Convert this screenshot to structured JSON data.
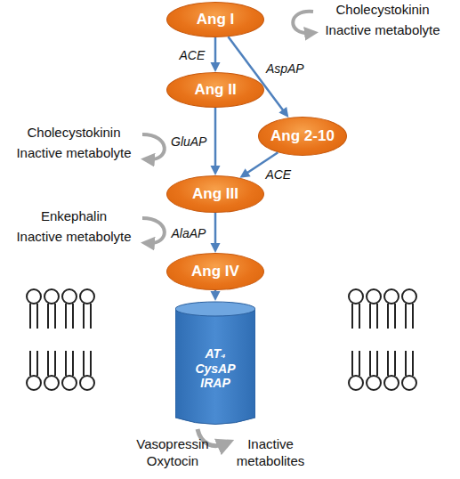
{
  "diagram": {
    "nodes": [
      {
        "text": [
          "Ang I"
        ]
      },
      {
        "text": [
          "Ang II"
        ]
      },
      {
        "text": [
          "Ang 2-10"
        ]
      },
      {
        "text": [
          "Ang III"
        ]
      },
      {
        "text": [
          "Ang IV"
        ]
      },
      {
        "text": [
          "AT₄ CysAP IRAP"
        ]
      }
    ],
    "edges": [
      {
        "from": 0,
        "to": 1,
        "label": "ACE",
        "arrow": "to"
      },
      {
        "from": 0,
        "to": 2,
        "label": "AspAP",
        "arrow": "to"
      },
      {
        "from": 1,
        "to": 3,
        "label": "GluAP",
        "arrow": "to"
      },
      {
        "from": 2,
        "to": 3,
        "label": "ACE",
        "arrow": "to"
      },
      {
        "from": 3,
        "to": 4,
        "label": "AlaAP",
        "arrow": "to"
      },
      {
        "from": 4,
        "to": 5,
        "arrow": "to"
      }
    ],
    "labels": [
      "Cholecystokinin",
      "Inactive metabolyte",
      "Cholecystokinin",
      "Inactive metabolyte",
      "Enkephalin",
      "Inactive metabolyte",
      "Vasopressin Oxytocin",
      "Inactive metabolites"
    ]
  }
}
